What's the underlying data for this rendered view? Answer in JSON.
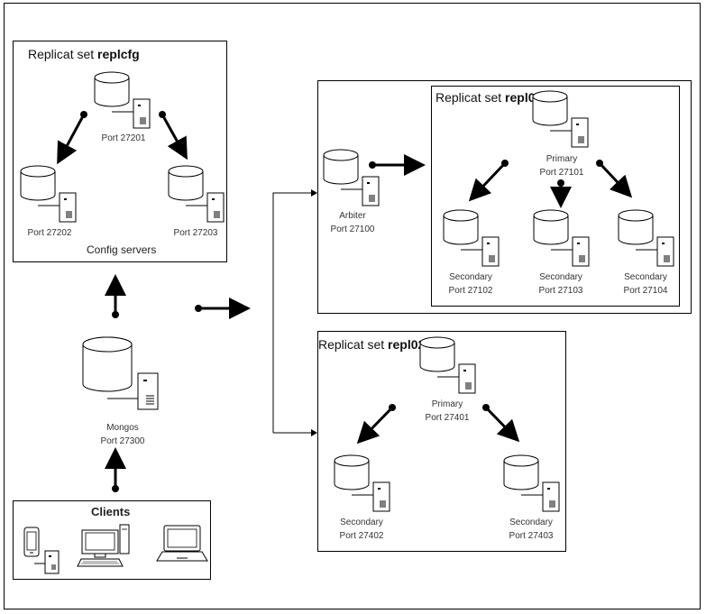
{
  "replcfg": {
    "title_prefix": "Replicat set ",
    "title_name": "replcfg",
    "caption": "Config servers",
    "nodes": [
      {
        "label": "Port 27201"
      },
      {
        "label": "Port 27202"
      },
      {
        "label": "Port 27203"
      }
    ]
  },
  "mongos": {
    "name": "Mongos",
    "port": "Port 27300"
  },
  "clients": {
    "title": "Clients"
  },
  "arbiter": {
    "name": "Arbiter",
    "port": "Port 27100"
  },
  "repl01": {
    "title_prefix": "Replicat set ",
    "title_name": "repl01",
    "nodes": [
      {
        "role": "Primary",
        "port": "Port 27101"
      },
      {
        "role": "Secondary",
        "port": "Port 27102"
      },
      {
        "role": "Secondary",
        "port": "Port 27103"
      },
      {
        "role": "Secondary",
        "port": "Port 27104"
      }
    ]
  },
  "repl02": {
    "title_prefix": "Replicat set ",
    "title_name": "repl02",
    "nodes": [
      {
        "role": "Primary",
        "port": "Port 27401"
      },
      {
        "role": "Secondary",
        "port": "Port 27402"
      },
      {
        "role": "Secondary",
        "port": "Port 27403"
      }
    ]
  }
}
